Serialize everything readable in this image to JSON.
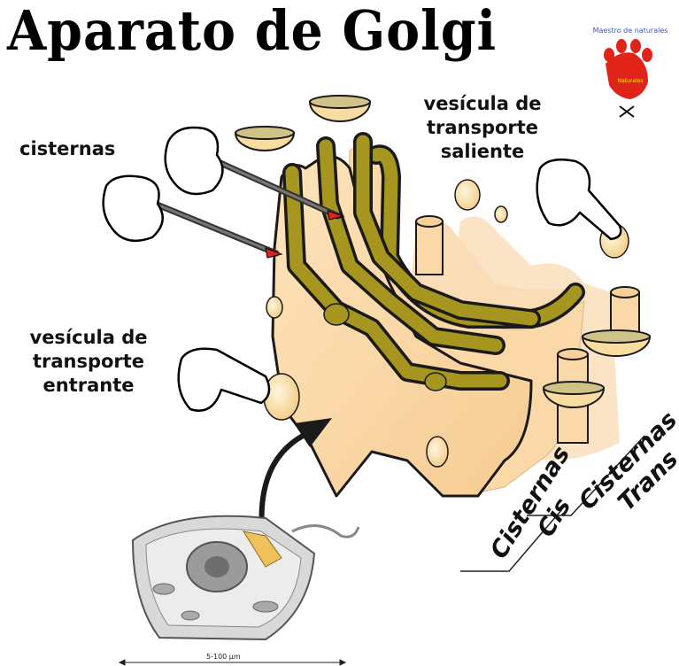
{
  "title": "Aparato de Golgi",
  "logo": {
    "arc_text": "Maestro de naturales",
    "badge_text": "Naturales",
    "colors": {
      "paw": "#e2231a",
      "arc": "#3a56b4"
    }
  },
  "labels": {
    "cisternas": "cisternas",
    "vesicula_saliente": "vesícula de\ntransporte\nsaliente",
    "vesicula_entrante": "vesícula de\ntransporte\nentrante",
    "cisternas_cis": "Cisternas\nCis",
    "cisternas_trans": "Cisternas\nTrans"
  },
  "scale_bar": {
    "text": "5-100 µm"
  },
  "colors": {
    "cisterna_body": "#fcd9a6",
    "cisterna_lumen": "#a69620",
    "vesicle": "#f8dca0",
    "outline": "#1a1a1a"
  }
}
